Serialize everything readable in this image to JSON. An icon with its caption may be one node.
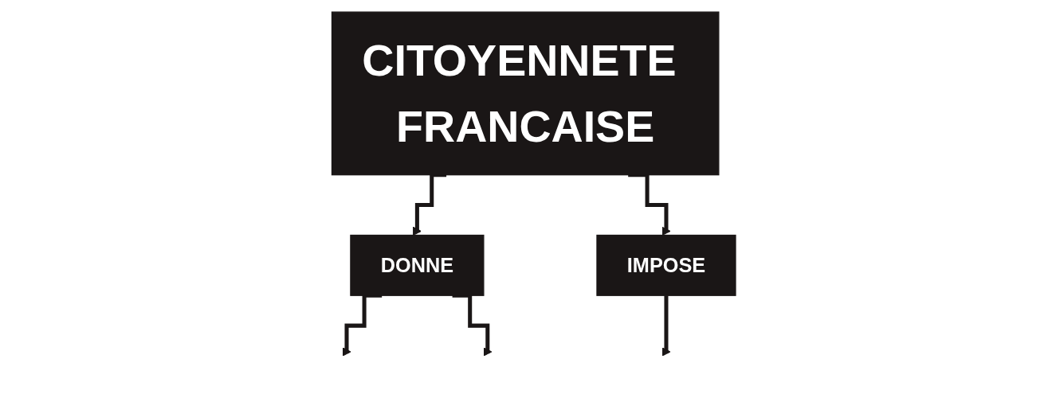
{
  "diagram": {
    "nodes": [
      {
        "text": [
          "CITOYENNETE FRANCAISE"
        ]
      },
      {
        "text": [
          "DONNE"
        ]
      },
      {
        "text": [
          "IMPOSE"
        ]
      }
    ],
    "edges": [
      {
        "from": 0,
        "to": 1,
        "arrow": "to"
      },
      {
        "from": 0,
        "to": 2,
        "arrow": "to"
      },
      {
        "from": 1,
        "to": null,
        "arrow": "to"
      },
      {
        "from": 1,
        "to": null,
        "arrow": "to"
      },
      {
        "from": 2,
        "to": null,
        "arrow": "to"
      }
    ]
  }
}
